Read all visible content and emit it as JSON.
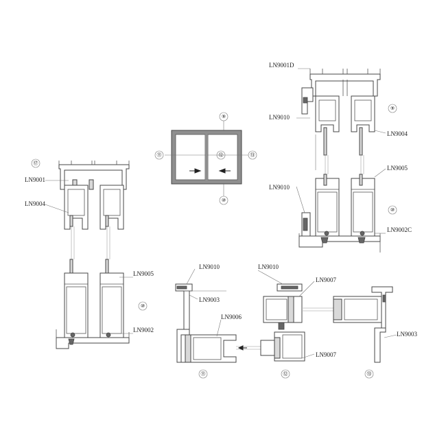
{
  "labels": {
    "left_top_frame": "LN9001",
    "left_sash_top": "LN9004",
    "left_sash_bottom": "LN9005",
    "left_bottom_frame": "LN9002",
    "right_top_frame": "LN9001D",
    "right_cover_top": "LN9010",
    "right_sash_top": "LN9004",
    "right_sash_bottom": "LN9005",
    "right_cover_bottom": "LN9010",
    "right_bottom_frame": "LN9002C",
    "bottom_cover_left": "LN9010",
    "bottom_cover_mid": "LN9010",
    "bottom_interlock_top": "LN9007",
    "bottom_side_frame_left": "LN9003",
    "bottom_side_sash": "LN9006",
    "bottom_interlock_bottom": "LN9007",
    "bottom_side_frame_right": "LN9003"
  },
  "markers": {
    "left_section": "⑰",
    "key_top": "⑨",
    "key_left": "⑪",
    "key_center": "⑫",
    "key_right": "⑬",
    "key_bottom": "⑩",
    "right_upper": "⑨",
    "right_lower": "⑩",
    "left_lower": "⑩",
    "bottom_left": "⑪",
    "bottom_mid": "⑫",
    "bottom_right": "⑬"
  },
  "colors": {
    "line": "#555555",
    "frame_fill": "#d9d9d9",
    "glass": "#b8b8b8"
  }
}
